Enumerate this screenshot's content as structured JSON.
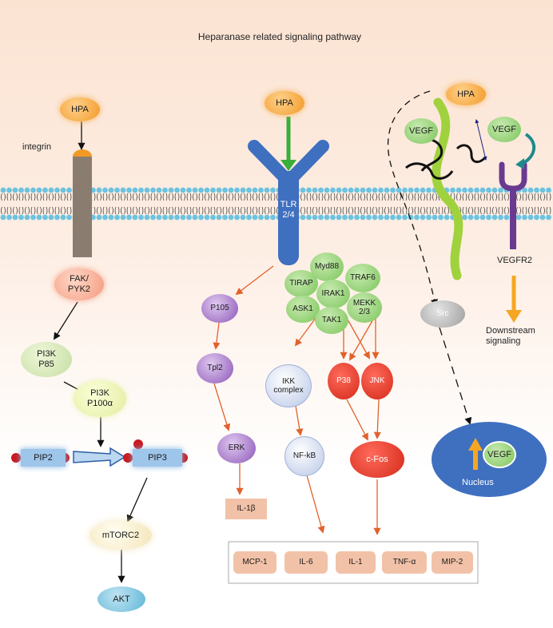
{
  "title": "Heparanase related signaling pathway",
  "hpa": [
    "HPA",
    "HPA",
    "HPA"
  ],
  "integrin": "integrin",
  "tlr": [
    "TLR",
    "2/4"
  ],
  "fak": [
    "FAK/",
    "PYK2"
  ],
  "pi3k_p85": [
    "PI3K",
    "P85"
  ],
  "pi3k_p100": [
    "PI3K",
    "P100α"
  ],
  "pip2": "PIP2",
  "pip3": "PIP3",
  "mtorc2": "mTORC2",
  "akt": "AKT",
  "complex": {
    "myd88": "Myd88",
    "tirap": "TIRAP",
    "traf6": "TRAF6",
    "irak1": "IRAK1",
    "ask1": "ASK1",
    "mekk": [
      "MEKK",
      "2/3"
    ],
    "tak1": "TAK1"
  },
  "p105": "P105",
  "tpl2": "Tpl2",
  "erk": "ERK",
  "il1b": "IL-1β",
  "ikk": [
    "IKK",
    "complex"
  ],
  "nfkb": "NF-kB",
  "p38": "P38",
  "jnk": "JNK",
  "cfos": "c-Fos",
  "cytokines": [
    "MCP-1",
    "IL-6",
    "IL-1",
    "TNF-α",
    "MIP-2"
  ],
  "vegf": [
    "VEGF",
    "VEGF",
    "VEGF"
  ],
  "vegfr2": "VEGFR2",
  "downstream": [
    "Downstream",
    "signaling"
  ],
  "src": "Src",
  "nucleus": "Nucleus",
  "colors": {
    "hpa": "#f29a26",
    "membrane_head": "#6cc3e0",
    "tlr": "#3f6fbf",
    "arrow_orange": "#e2612c",
    "arrow_green": "#3aad3a",
    "heparan": "#9fd23c",
    "vegfr2": "#6a3a91",
    "nucleus": "#3f6fbf",
    "integrin": "#8a7d70"
  }
}
